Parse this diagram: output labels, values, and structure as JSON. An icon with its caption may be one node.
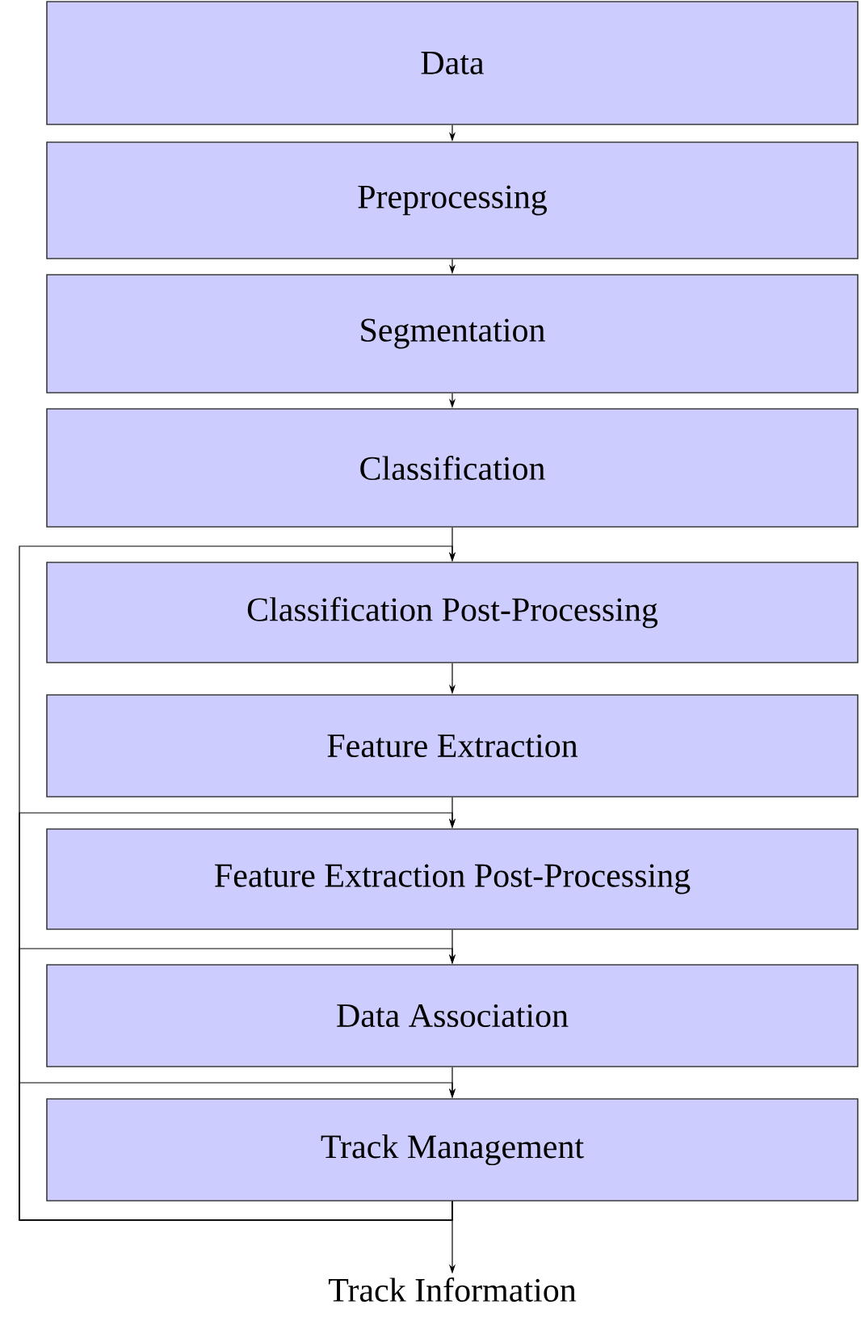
{
  "diagram": {
    "nodes": [
      {
        "text": [
          "Data"
        ]
      },
      {
        "text": [
          "Preprocessing"
        ]
      },
      {
        "text": [
          "Segmentation"
        ]
      },
      {
        "text": [
          "Classification"
        ]
      },
      {
        "text": [
          "Classification Post-Processing"
        ]
      },
      {
        "text": [
          "Feature Extraction"
        ]
      },
      {
        "text": [
          "Feature Extraction Post-Processing"
        ]
      },
      {
        "text": [
          "Data Association"
        ]
      },
      {
        "text": [
          "Track Management"
        ]
      },
      {
        "text": [
          "Track Information"
        ]
      }
    ],
    "edges": [
      {
        "from": 0,
        "to": 1,
        "arrow": "to"
      },
      {
        "from": 1,
        "to": 2,
        "arrow": "to"
      },
      {
        "from": 2,
        "to": 3,
        "arrow": "to"
      },
      {
        "from": 3,
        "to": 4,
        "arrow": "to"
      },
      {
        "from": 4,
        "to": 5,
        "arrow": "to"
      },
      {
        "from": 5,
        "to": 6,
        "arrow": "to"
      },
      {
        "from": 6,
        "to": 7,
        "arrow": "to"
      },
      {
        "from": 7,
        "to": 8,
        "arrow": "to"
      },
      {
        "from": 8,
        "to": 9,
        "arrow": "to"
      },
      {
        "from": 8,
        "to": 4,
        "arrow": "to"
      },
      {
        "from": 8,
        "to": 6,
        "arrow": "to"
      },
      {
        "from": 8,
        "to": 7,
        "arrow": "to"
      },
      {
        "from": 8,
        "to": 8,
        "arrow": "to"
      }
    ]
  }
}
